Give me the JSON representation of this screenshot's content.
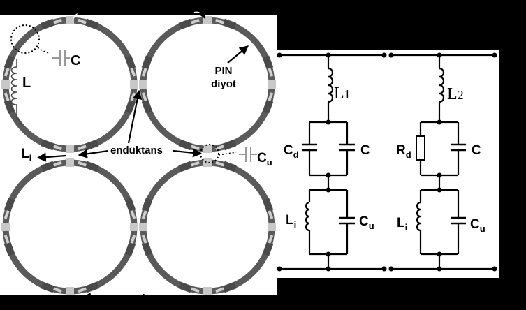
{
  "colors": {
    "background": "#000000",
    "panel": "#ffffff",
    "ring": "#5a5a5a",
    "pad": "#4a4a4a",
    "gap": "#c8c8c8",
    "stroke": "#000000"
  },
  "left_panel": {
    "cap_label": "C",
    "inductor_label": "L",
    "pin_label_line1": "PIN",
    "pin_label_line2": "diyot",
    "inductance_label": "endüktans",
    "li_main": "L",
    "li_sub": "i",
    "cu_main": "C",
    "cu_sub": "u",
    "bottom_label": "toprak"
  },
  "circuit_1": {
    "inductor_main": "L",
    "inductor_sub": "1",
    "cd_main": "C",
    "cd_sub": "d",
    "c_label": "C",
    "li_main": "L",
    "li_sub": "i",
    "cu_main": "C",
    "cu_sub": "u"
  },
  "circuit_2": {
    "inductor_main": "L",
    "inductor_sub": "2",
    "rd_main": "R",
    "rd_sub": "d",
    "c_label": "C",
    "li_main": "L",
    "li_sub": "i",
    "cu_main": "C",
    "cu_sub": "u"
  }
}
